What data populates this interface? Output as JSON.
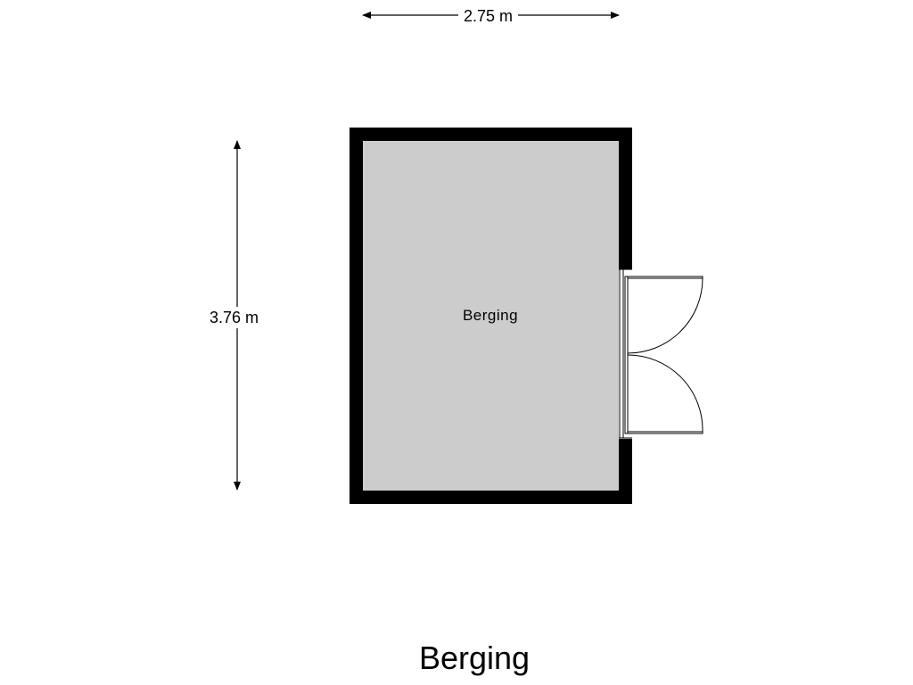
{
  "dimensions": {
    "width_label": "2.75 m",
    "height_label": "3.76 m"
  },
  "room": {
    "label": "Berging",
    "floor_color": "#cccccc",
    "wall_color": "#000000"
  },
  "title": "Berging"
}
